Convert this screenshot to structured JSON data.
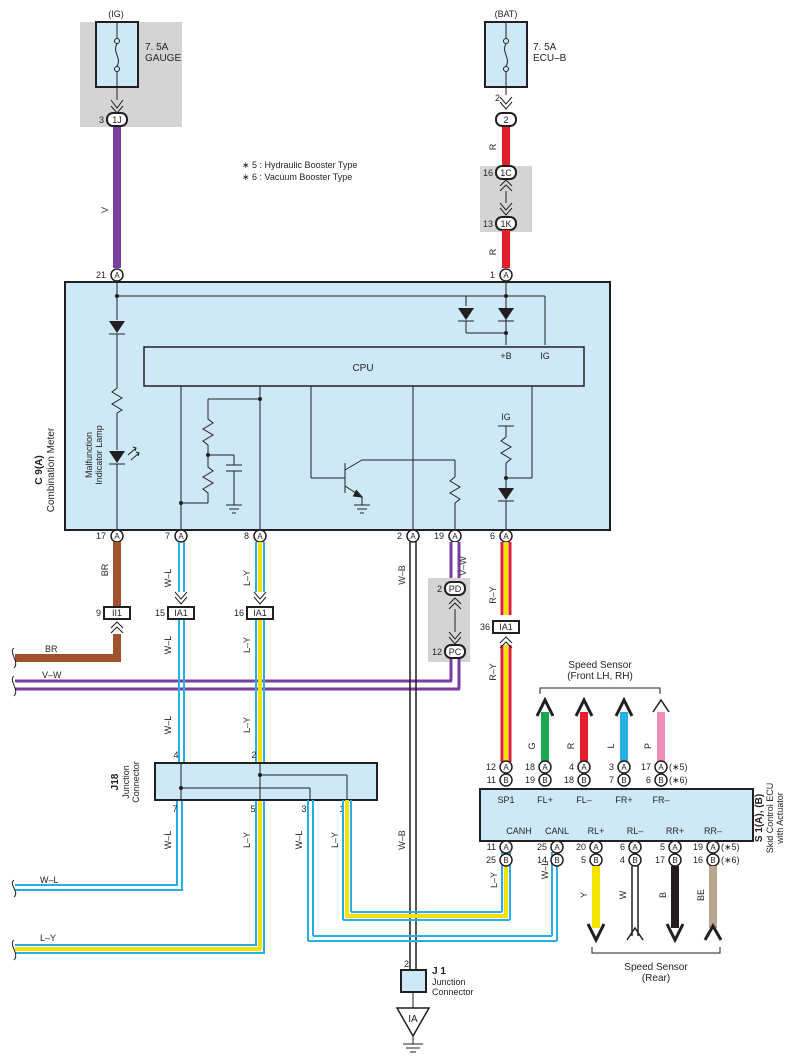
{
  "notes": {
    "n5": "∗ 5 : Hydraulic Booster Type",
    "n6": "∗ 6 : Vacuum Booster Type"
  },
  "power": {
    "ig_label": "(IG)",
    "ig_fuse": "7. 5A",
    "ig_fuse_name": "GAUGE",
    "bat_label": "(BAT)",
    "bat_fuse": "7. 5A",
    "bat_fuse_name": "ECU–B"
  },
  "meter": {
    "id": "C 9(A)",
    "name": "Combination Meter",
    "cpu": "CPU",
    "plus_b": "+B",
    "ig": "IG",
    "ig2": "IG",
    "lamp_l1": "Malfunction",
    "lamp_l2": "Indicator Lamp"
  },
  "ecu": {
    "id": "S 1(A), (B)",
    "name_l1": "Skid Control ECU",
    "name_l2": "with Actuator",
    "top_labels": [
      "SP1",
      "FL+",
      "FL–",
      "FR+",
      "FR–"
    ],
    "bot_labels": [
      "CANH",
      "CANL",
      "RL+",
      "RL–",
      "RR+",
      "RR–"
    ],
    "top_a": [
      "12",
      "18",
      "4",
      "3",
      "17"
    ],
    "top_b": [
      "11",
      "19",
      "18",
      "7",
      "6"
    ],
    "bot_a": [
      "11",
      "25",
      "20",
      "6",
      "5",
      "19"
    ],
    "bot_b": [
      "25",
      "14",
      "5",
      "4",
      "17",
      "16"
    ],
    "n5": "(∗5)",
    "n6": "(∗6)"
  },
  "junction18": {
    "id": "J18",
    "l1": "Junction",
    "l2": "Connector"
  },
  "junction1": {
    "id": "J 1",
    "l1": "Junction",
    "l2": "Connector",
    "ground": "IA"
  },
  "sensor_front": {
    "l1": "Speed Sensor",
    "l2": "(Front LH,  RH)"
  },
  "sensor_rear": {
    "l1": "Speed Sensor",
    "l2": "(Rear)"
  },
  "connectors": {
    "c_1j": "1J",
    "c_2": "2",
    "c_1c": "1C",
    "c_1k": "1K",
    "c_ii1": "II1",
    "c_ia1a": "IA1",
    "c_ia1b": "IA1",
    "c_ia1c": "IA1",
    "c_pd": "PD",
    "c_pc": "PC",
    "pin_A": "A",
    "pin_B": "B"
  },
  "pins": {
    "p3": "3",
    "p2": "2",
    "p16": "16",
    "p13": "13",
    "p21": "21",
    "p1": "1",
    "p17": "17",
    "p7": "7",
    "p8": "8",
    "p2b": "2",
    "p19": "19",
    "p6": "6",
    "p9": "9",
    "p15": "15",
    "p16b": "16",
    "p2c": "2",
    "p12": "12",
    "p36": "36",
    "j4": "4",
    "j2": "2",
    "j7": "7",
    "j5": "5",
    "j3": "3",
    "j1": "1",
    "j1pin": "2"
  },
  "wires": {
    "V": "V",
    "R": "R",
    "R2": "R",
    "BR": "BR",
    "WL": "W–L",
    "LY": "L–Y",
    "WB": "W–B",
    "VW": "V–W",
    "RY": "R–Y",
    "G": "G",
    "Rf": "R",
    "L": "L",
    "P": "P",
    "Y": "Y",
    "W": "W",
    "B": "B",
    "BE": "BE",
    "ext_BR": "BR",
    "ext_VW": "V–W",
    "ext_WL": "W–L",
    "ext_LY": "L–Y"
  },
  "colors": {
    "box": "#cde9f7",
    "gray": "#d4d4d4",
    "violet": "#7a3ea0",
    "red": "#e2202c",
    "brown": "#a0522d",
    "yellow": "#f4e200",
    "cyan": "#27aee5",
    "green": "#1aa653",
    "pink": "#f08cbb",
    "beige": "#b8a58f"
  }
}
